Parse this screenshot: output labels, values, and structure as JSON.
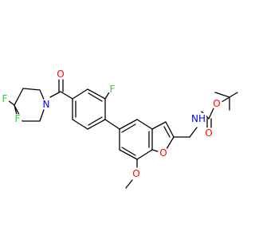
{
  "molecule": {
    "colors": {
      "carbon": "#000000",
      "oxygen": "#ff0000",
      "nitrogen": "#0000ff",
      "fluorine": "#33cc33",
      "background": "#ffffff"
    },
    "atom_labels": {
      "o_ketone": "O",
      "n_piperidine": "N",
      "f_gem_1": "F",
      "f_gem_2": "F",
      "f_aryl": "F",
      "o_furan": "O",
      "o_methoxy": "O",
      "nh_carbamate": "NH",
      "o_carbamate_ester": "O",
      "o_carbamate_carbonyl": "O"
    }
  }
}
